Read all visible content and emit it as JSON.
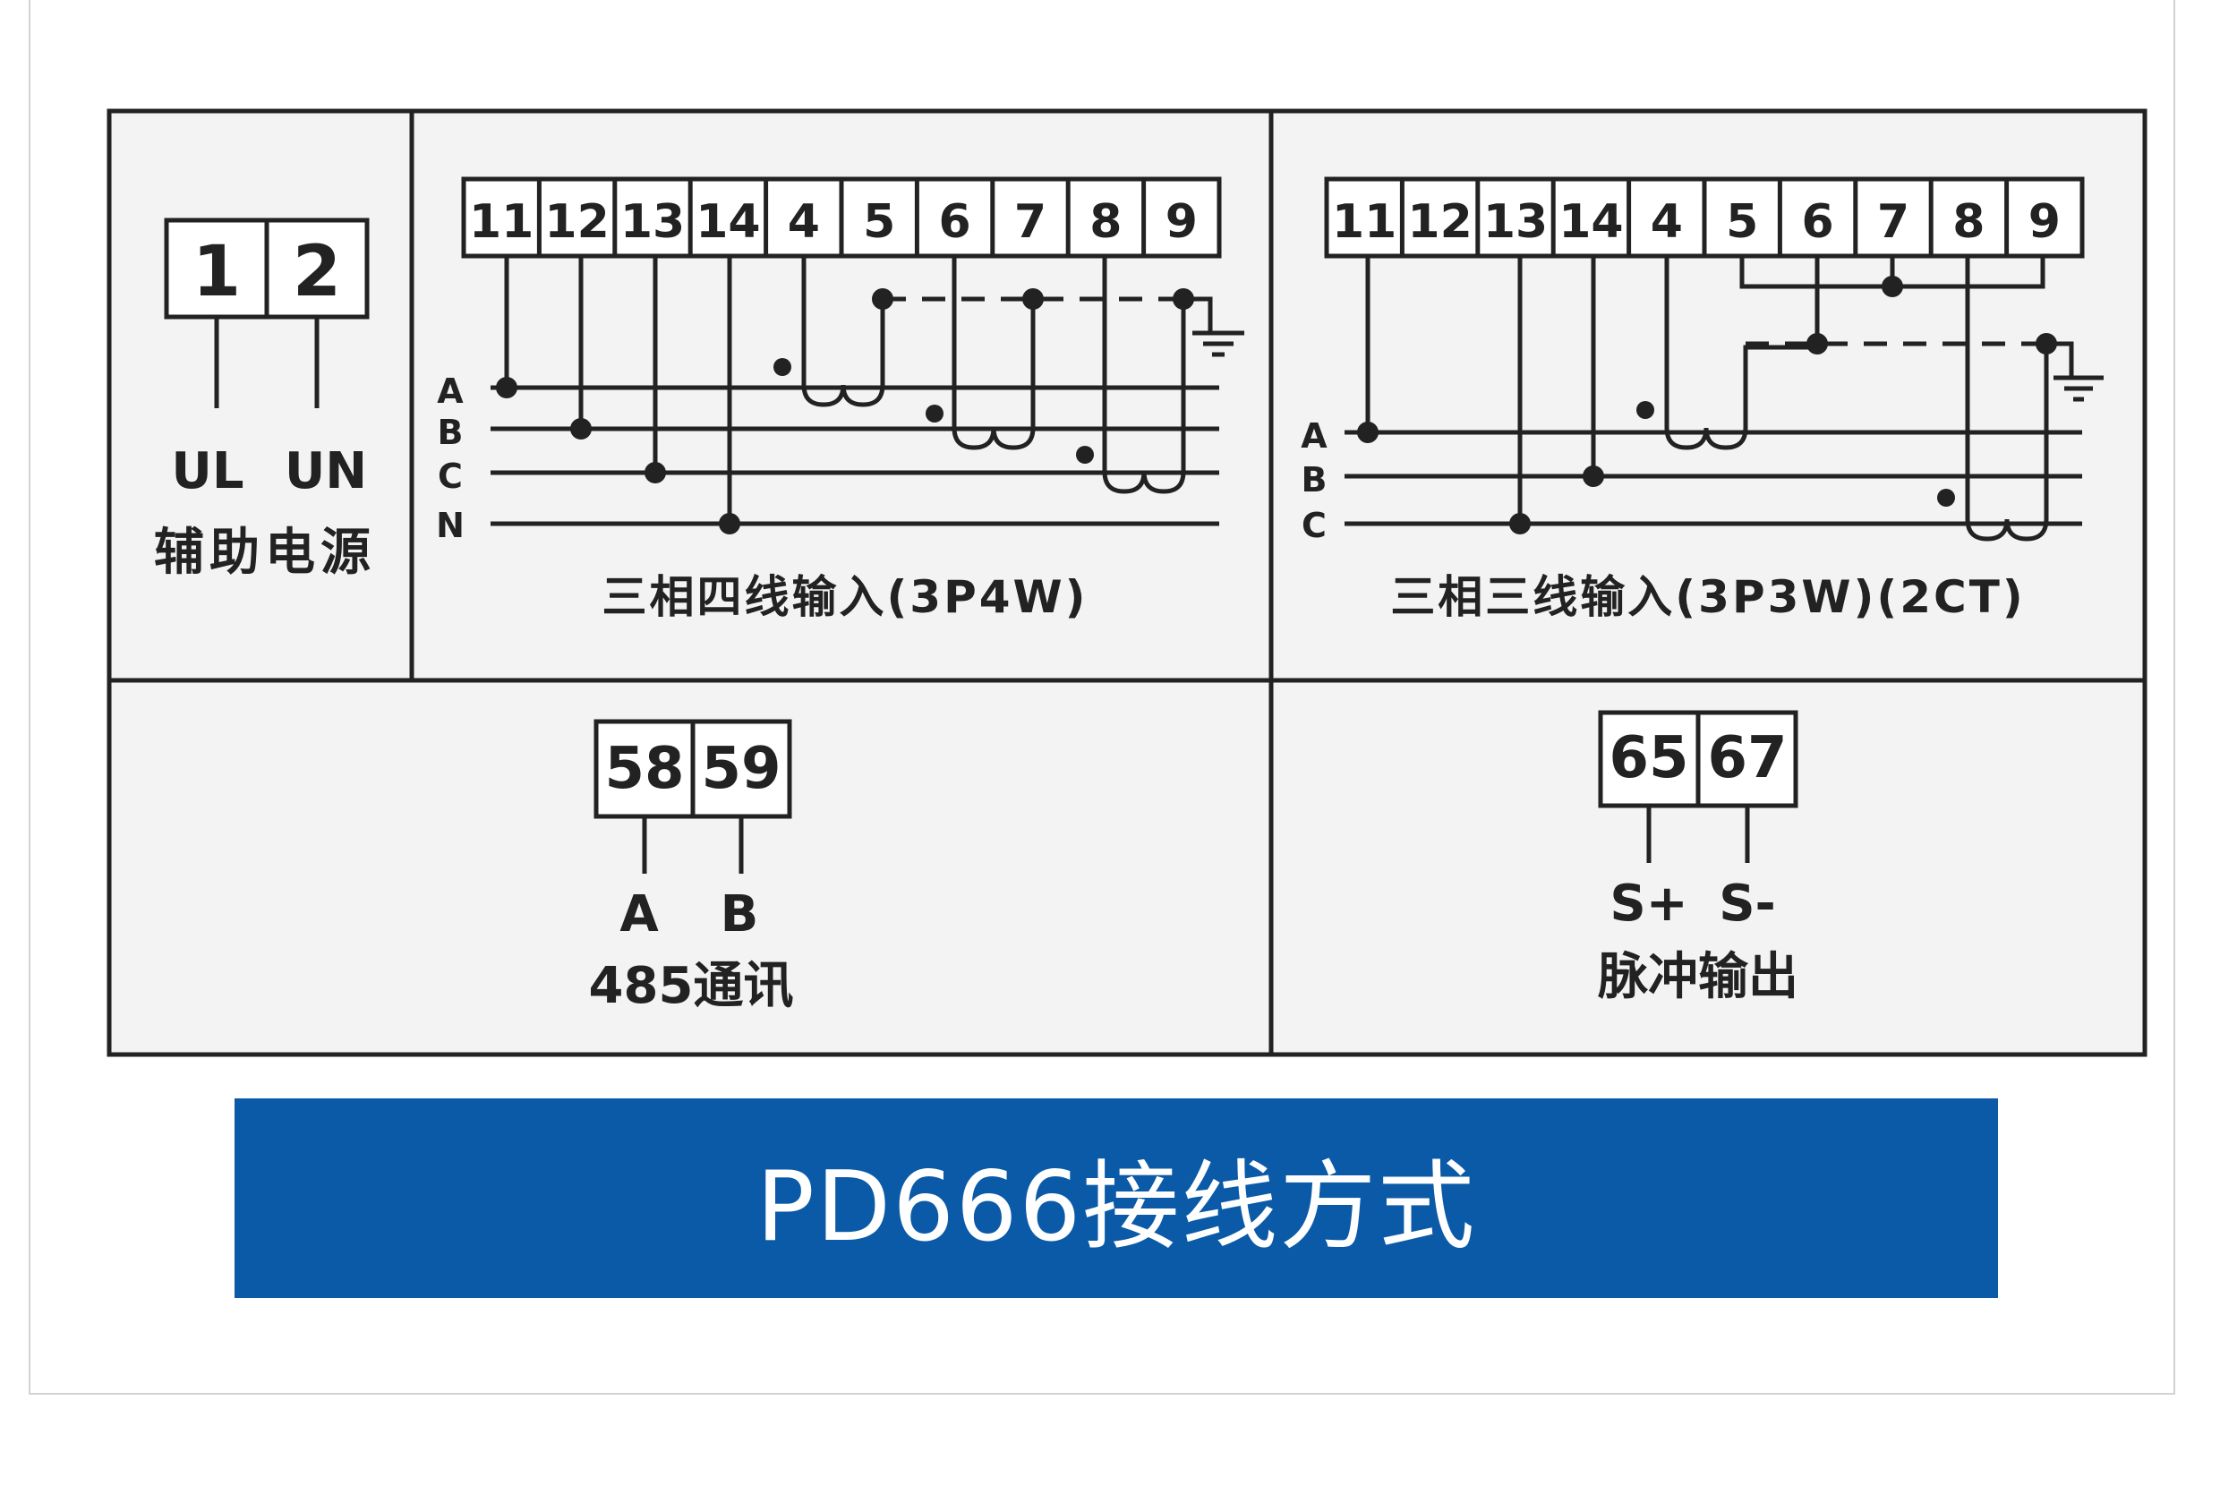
{
  "aux_power": {
    "terminals": [
      "1",
      "2"
    ],
    "labels": [
      "UL",
      "UN"
    ],
    "caption": "辅助电源"
  },
  "three_phase_4w": {
    "terminals": [
      "11",
      "12",
      "13",
      "14",
      "4",
      "5",
      "6",
      "7",
      "8",
      "9"
    ],
    "phase_labels": [
      "A",
      "B",
      "C",
      "N"
    ],
    "caption": "三相四线输入(3P4W)"
  },
  "three_phase_3w": {
    "terminals": [
      "11",
      "12",
      "13",
      "14",
      "4",
      "5",
      "6",
      "7",
      "8",
      "9"
    ],
    "phase_labels": [
      "A",
      "B",
      "C"
    ],
    "caption": "三相三线输入(3P3W)(2CT)"
  },
  "rs485": {
    "terminals": [
      "58",
      "59"
    ],
    "labels": [
      "A",
      "B"
    ],
    "caption": "485通讯"
  },
  "pulse": {
    "terminals": [
      "65",
      "67"
    ],
    "labels": [
      "S+",
      "S-"
    ],
    "caption": "脉冲输出"
  },
  "banner": {
    "title": "PD666接线方式"
  },
  "colors": {
    "banner_bg": "#0b5aa8",
    "panel_bg": "#f3f3f3",
    "line": "#222222"
  }
}
